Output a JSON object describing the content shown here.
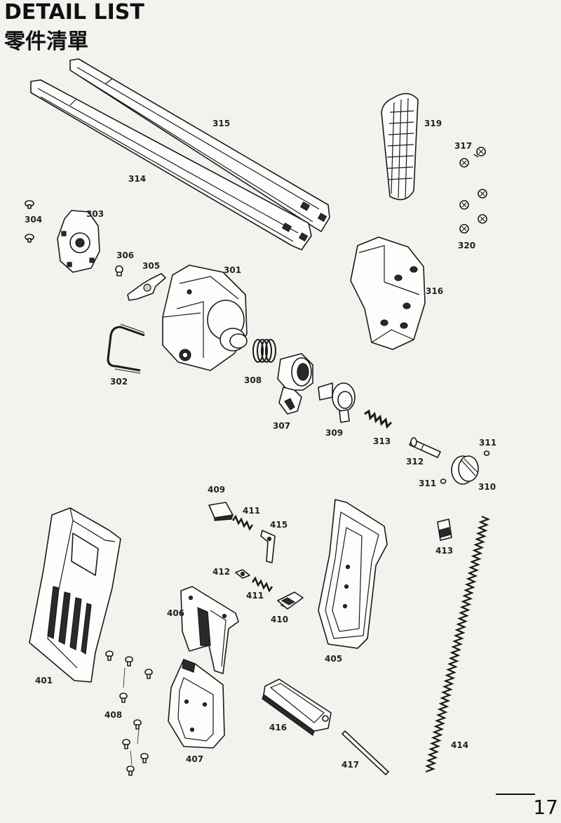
{
  "header": {
    "title_en": "DETAIL LIST",
    "title_zh": "零件清單"
  },
  "page_number": "17",
  "parts": [
    {
      "id": "p315",
      "label": "315"
    },
    {
      "id": "p314",
      "label": "314"
    },
    {
      "id": "p319",
      "label": "319"
    },
    {
      "id": "p317",
      "label": "317"
    },
    {
      "id": "p320",
      "label": "320"
    },
    {
      "id": "p304",
      "label": "304"
    },
    {
      "id": "p303",
      "label": "303"
    },
    {
      "id": "p306",
      "label": "306"
    },
    {
      "id": "p305",
      "label": "305"
    },
    {
      "id": "p301",
      "label": "301"
    },
    {
      "id": "p316",
      "label": "316"
    },
    {
      "id": "p302",
      "label": "302"
    },
    {
      "id": "p308",
      "label": "308"
    },
    {
      "id": "p307",
      "label": "307"
    },
    {
      "id": "p309",
      "label": "309"
    },
    {
      "id": "p313",
      "label": "313"
    },
    {
      "id": "p311a",
      "label": "311"
    },
    {
      "id": "p312",
      "label": "312"
    },
    {
      "id": "p311b",
      "label": "311"
    },
    {
      "id": "p310",
      "label": "310"
    },
    {
      "id": "p409",
      "label": "409"
    },
    {
      "id": "p411a",
      "label": "411"
    },
    {
      "id": "p415",
      "label": "415"
    },
    {
      "id": "p412",
      "label": "412"
    },
    {
      "id": "p411b",
      "label": "411"
    },
    {
      "id": "p410",
      "label": "410"
    },
    {
      "id": "p406",
      "label": "406"
    },
    {
      "id": "p405",
      "label": "405"
    },
    {
      "id": "p413",
      "label": "413"
    },
    {
      "id": "p401",
      "label": "401"
    },
    {
      "id": "p408",
      "label": "408"
    },
    {
      "id": "p407",
      "label": "407"
    },
    {
      "id": "p416",
      "label": "416"
    },
    {
      "id": "p417",
      "label": "417"
    },
    {
      "id": "p414",
      "label": "414"
    }
  ]
}
